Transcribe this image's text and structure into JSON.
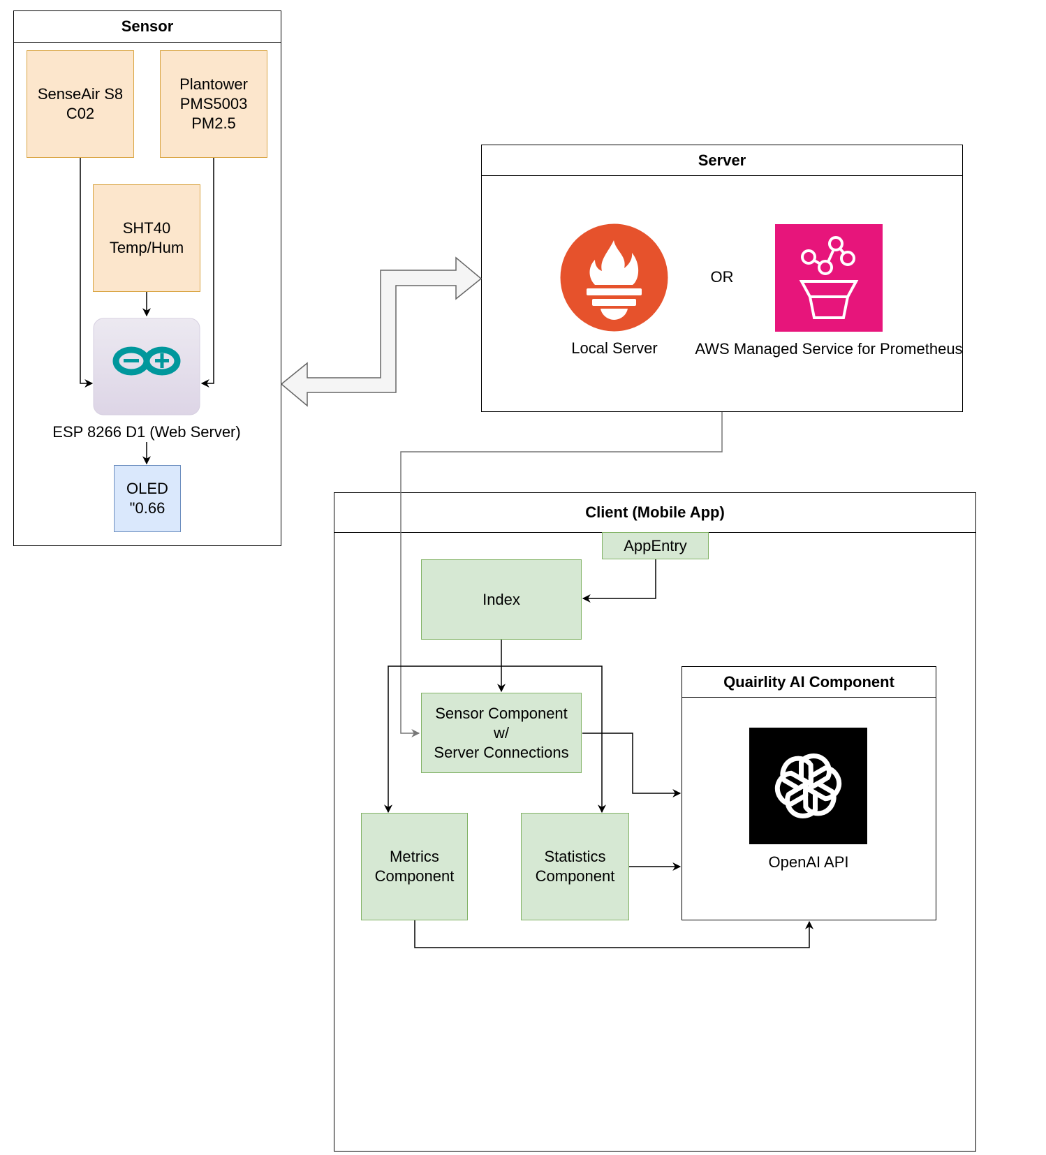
{
  "sensor": {
    "title": "Sensor",
    "senseair": "SenseAir S8\nC02",
    "plantower": "Plantower\nPMS5003\nPM2.5",
    "sht40": "SHT40\nTemp/Hum",
    "esp_label": "ESP 8266 D1 (Web Server)",
    "oled": "OLED\n\"0.66"
  },
  "server": {
    "title": "Server",
    "or_label": "OR",
    "local_label": "Local Server",
    "aws_label": "AWS Managed Service for Prometheus"
  },
  "client": {
    "title": "Client (Mobile App)",
    "appentry": "AppEntry",
    "index": "Index",
    "sensor_component": "Sensor Component\nw/\nServer Connections",
    "metrics": "Metrics\nComponent",
    "statistics": "Statistics\nComponent"
  },
  "ai": {
    "title": "Quairlity AI Component",
    "openai_label": "OpenAI API"
  },
  "colors": {
    "prometheus": "#e6522c",
    "aws": "#e7157b",
    "openai_bg": "#000000",
    "arduino_bg": "#e6e1ec",
    "arduino_teal": "#00979c"
  },
  "icons": {
    "arduino": "arduino-logo-icon",
    "prometheus": "prometheus-flame-icon",
    "aws": "aws-prometheus-icon",
    "openai": "openai-logo-icon"
  }
}
